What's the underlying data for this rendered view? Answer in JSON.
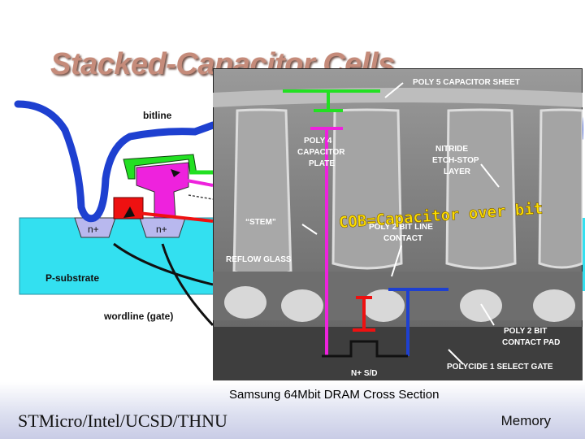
{
  "slide": {
    "title": "Stacked-Capacitor Cells",
    "caption": "Samsung 64Mbit DRAM Cross Section",
    "footer_left": "STMicro/Intel/UCSD/THNU",
    "footer_right": "Memory"
  },
  "diagram": {
    "bitline": "bitline",
    "n_plus_left": "n+",
    "n_plus_right": "n+",
    "substrate": "P-substrate",
    "wordline": "wordline (gate)"
  },
  "photo_labels": {
    "poly5": "POLY 5 CAPACITOR SHEET",
    "poly4_1": "POLY 4",
    "poly4_2": "CAPACITOR",
    "poly4_3": "PLATE",
    "nitride_1": "NITRIDE",
    "nitride_2": "ETCH-STOP",
    "nitride_3": "LAYER",
    "cob": "COB=Capacitor over bit",
    "stem": "“STEM”",
    "poly2_bit_1": "POLY 2 BIT LINE",
    "poly2_bit_2": "CONTACT",
    "reflow": "REFLOW GLASS",
    "pad_1": "POLY 2 BIT",
    "pad_2": "CONTACT PAD",
    "nsd": "N+ S/D",
    "polycide": "POLYCIDE 1 SELECT GATE"
  },
  "colors": {
    "title": "#c58b7a",
    "substrate": "#33e0f0",
    "bitline": "#1e40d0",
    "green": "#22e022",
    "magenta": "#ee22dd",
    "red": "#ee1111"
  }
}
